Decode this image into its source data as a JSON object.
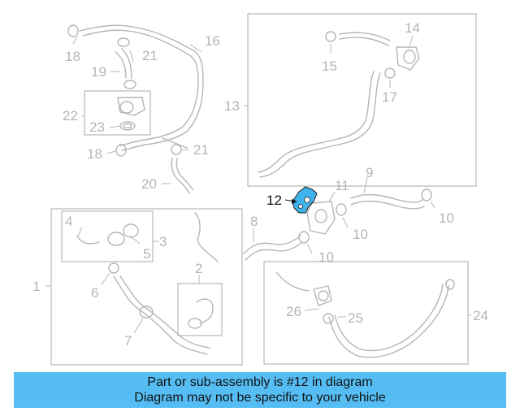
{
  "diagram": {
    "highlight_color": "#3fb4ec",
    "callouts": [
      "1",
      "2",
      "3",
      "4",
      "5",
      "6",
      "7",
      "8",
      "9",
      "10",
      "10",
      "10",
      "11",
      "12",
      "13",
      "14",
      "15",
      "16",
      "17",
      "18",
      "18",
      "19",
      "20",
      "21",
      "21",
      "22",
      "23",
      "24",
      "25",
      "26"
    ]
  },
  "banner": {
    "background": "#55bdf3",
    "line1": "Part or sub-assembly is #12 in diagram",
    "line2": "Diagram may not be specific to your vehicle"
  }
}
